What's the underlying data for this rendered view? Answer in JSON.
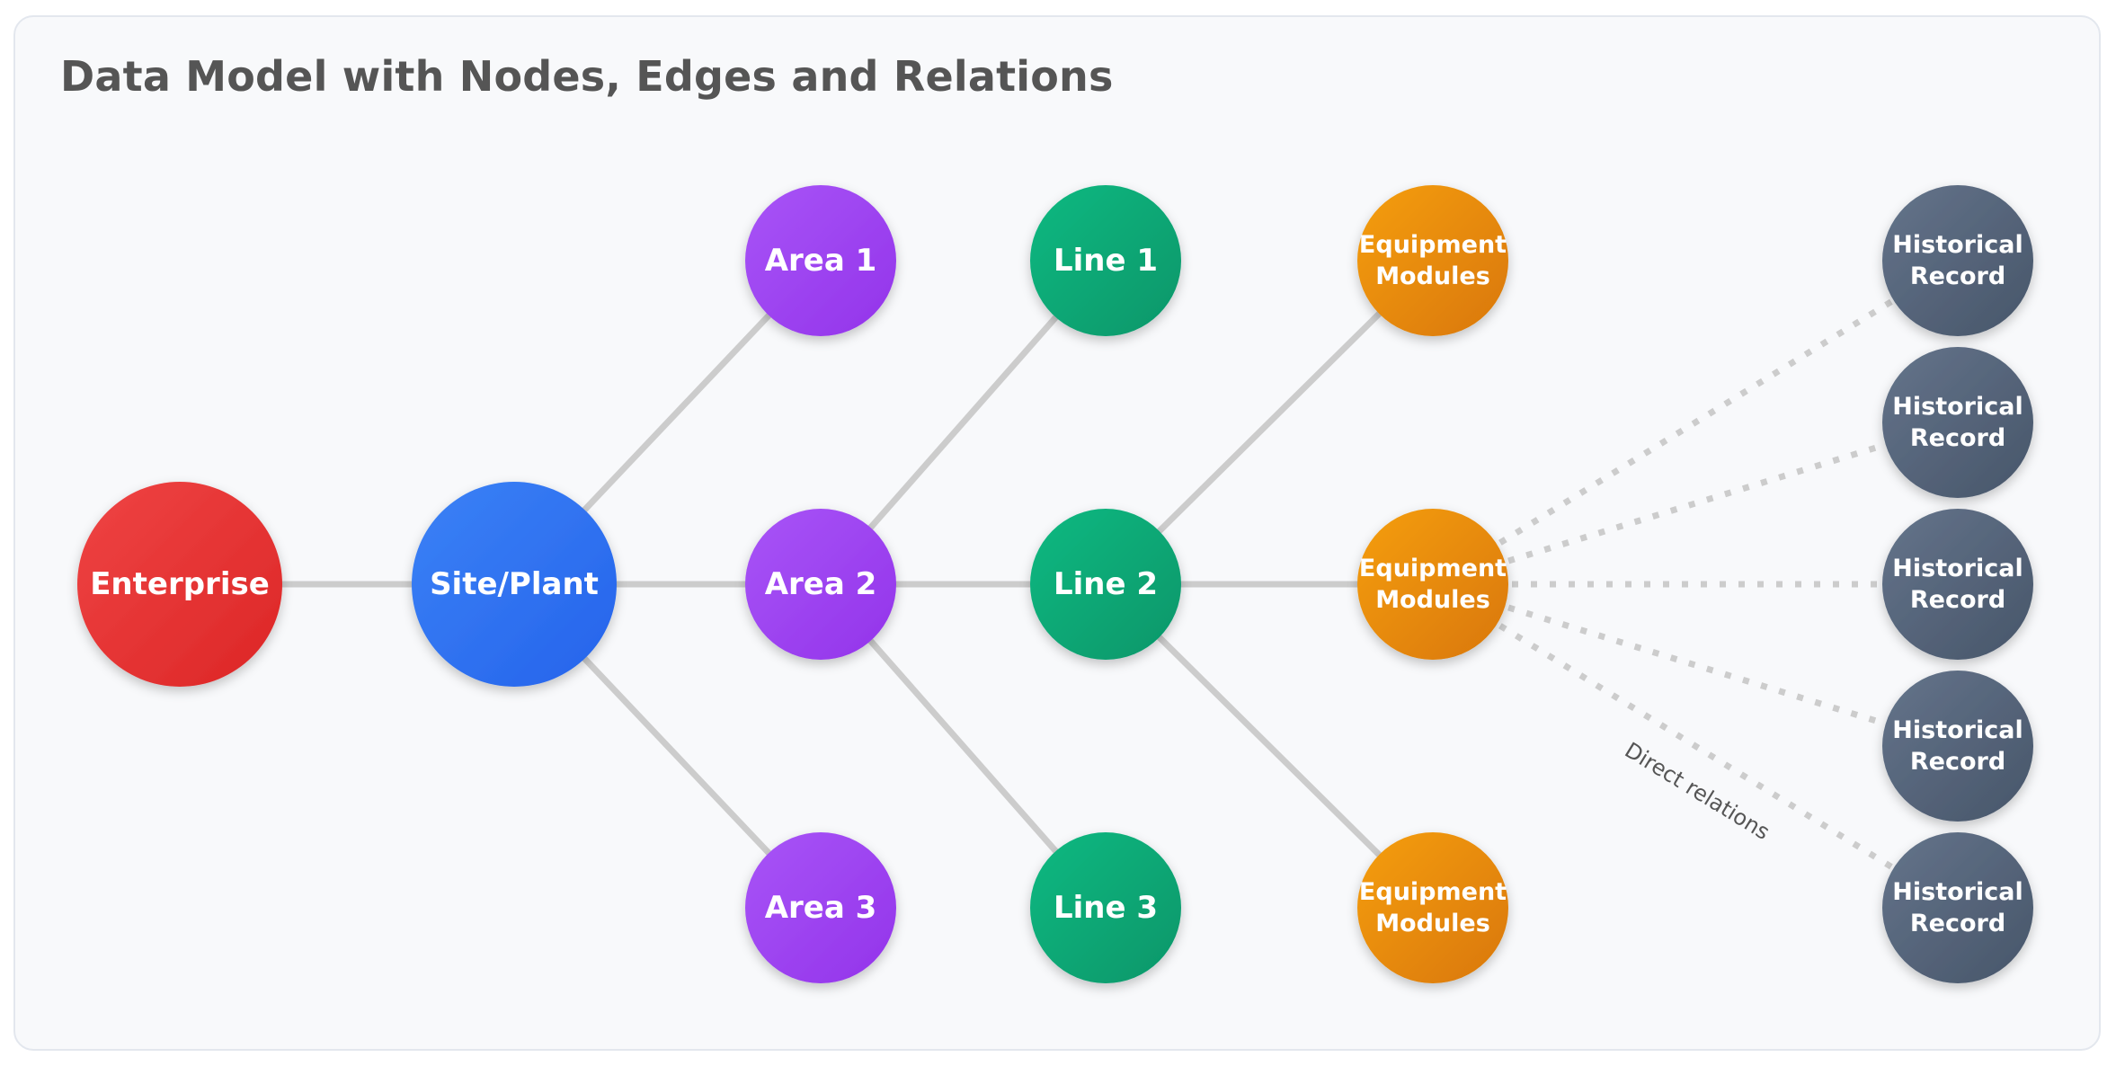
{
  "title": "Data Model with Nodes, Edges and Relations",
  "colors": {
    "enterprise": [
      "#ef4444",
      "#dc2626"
    ],
    "site": [
      "#3b82f6",
      "#2563eb"
    ],
    "area": [
      "#a855f7",
      "#9333ea"
    ],
    "line": [
      "#10b981",
      "#059669"
    ],
    "equipment": [
      "#f59e0b",
      "#d97706"
    ],
    "historical": [
      "#64748b",
      "#475569"
    ],
    "edge": "#cccccc",
    "relation": "#cccccc"
  },
  "nodes": [
    {
      "id": "enterprise",
      "name": "enterprise-node",
      "type": "enterprise",
      "lines": [
        "Enterprise"
      ]
    },
    {
      "id": "site",
      "name": "site-plant-node",
      "type": "site",
      "lines": [
        "Site/Plant"
      ]
    },
    {
      "id": "area1",
      "name": "area-1-node",
      "type": "area",
      "lines": [
        "Area 1"
      ]
    },
    {
      "id": "area2",
      "name": "area-2-node",
      "type": "area",
      "lines": [
        "Area 2"
      ]
    },
    {
      "id": "area3",
      "name": "area-3-node",
      "type": "area",
      "lines": [
        "Area 3"
      ]
    },
    {
      "id": "line1",
      "name": "line-1-node",
      "type": "line",
      "lines": [
        "Line 1"
      ]
    },
    {
      "id": "line2",
      "name": "line-2-node",
      "type": "line",
      "lines": [
        "Line 2"
      ]
    },
    {
      "id": "line3",
      "name": "line-3-node",
      "type": "line",
      "lines": [
        "Line 3"
      ]
    },
    {
      "id": "eq1",
      "name": "equipment-modules-node-1",
      "type": "equipment",
      "lines": [
        "Equipment",
        "Modules"
      ]
    },
    {
      "id": "eq2",
      "name": "equipment-modules-node-2",
      "type": "equipment",
      "lines": [
        "Equipment",
        "Modules"
      ]
    },
    {
      "id": "eq3",
      "name": "equipment-modules-node-3",
      "type": "equipment",
      "lines": [
        "Equipment",
        "Modules"
      ]
    },
    {
      "id": "hr1",
      "name": "historical-record-node-1",
      "type": "historical",
      "lines": [
        "Historical",
        "Record"
      ]
    },
    {
      "id": "hr2",
      "name": "historical-record-node-2",
      "type": "historical",
      "lines": [
        "Historical",
        "Record"
      ]
    },
    {
      "id": "hr3",
      "name": "historical-record-node-3",
      "type": "historical",
      "lines": [
        "Historical",
        "Record"
      ]
    },
    {
      "id": "hr4",
      "name": "historical-record-node-4",
      "type": "historical",
      "lines": [
        "Historical",
        "Record"
      ]
    },
    {
      "id": "hr5",
      "name": "historical-record-node-5",
      "type": "historical",
      "lines": [
        "Historical",
        "Record"
      ]
    }
  ],
  "edges": [
    [
      "enterprise",
      "site"
    ],
    [
      "site",
      "area1"
    ],
    [
      "site",
      "area2"
    ],
    [
      "site",
      "area3"
    ],
    [
      "area2",
      "line1"
    ],
    [
      "area2",
      "line2"
    ],
    [
      "area2",
      "line3"
    ],
    [
      "line2",
      "eq1"
    ],
    [
      "line2",
      "eq2"
    ],
    [
      "line2",
      "eq3"
    ]
  ],
  "relations": [
    [
      "eq2",
      "hr1"
    ],
    [
      "eq2",
      "hr2"
    ],
    [
      "eq2",
      "hr3"
    ],
    [
      "eq2",
      "hr4"
    ],
    [
      "eq2",
      "hr5"
    ]
  ],
  "relation_label": "Direct relations"
}
